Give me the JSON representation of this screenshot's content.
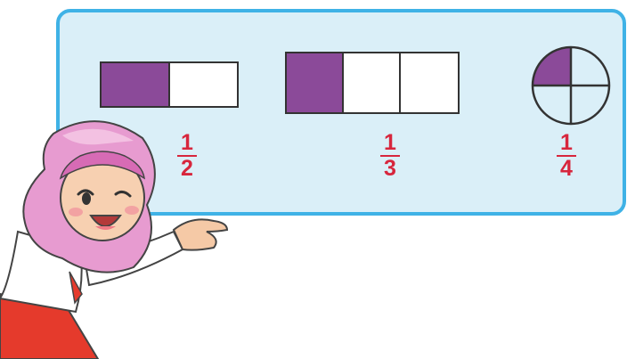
{
  "colors": {
    "panel_border": "#3fb2e6",
    "panel_fill": "#daeff8",
    "shaded": "#8b4a99",
    "unshaded": "#ffffff",
    "outline": "#333333",
    "fraction_text": "#d7263d"
  },
  "fractions": [
    {
      "shape": "rectangle",
      "parts": 2,
      "shaded": 1,
      "numerator": "1",
      "denominator": "2"
    },
    {
      "shape": "rectangle",
      "parts": 3,
      "shaded": 1,
      "numerator": "1",
      "denominator": "3"
    },
    {
      "shape": "circle",
      "parts": 4,
      "shaded": 1,
      "numerator": "1",
      "denominator": "4"
    }
  ],
  "character": {
    "description_icon": "girl-pointing-icon"
  }
}
